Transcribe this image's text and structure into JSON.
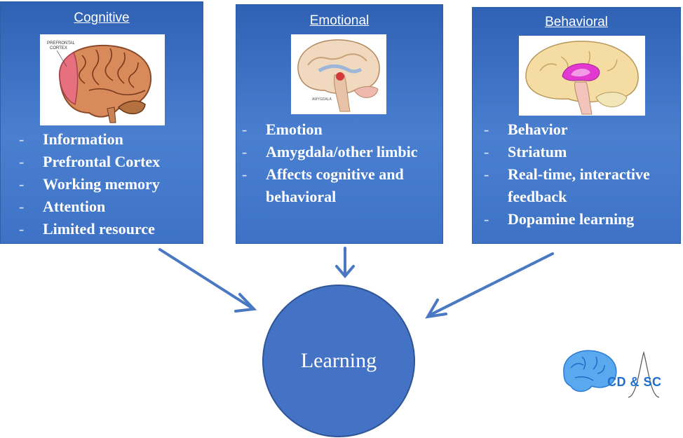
{
  "boxes": {
    "cognitive": {
      "title": "Cognitive",
      "items": [
        "Information",
        "Prefrontal Cortex",
        "Working memory",
        "Attention",
        "Limited resource"
      ]
    },
    "emotional": {
      "title": "Emotional",
      "items": [
        "Emotion",
        "Amygdala/other limbic",
        "Affects cognitive and behavioral"
      ]
    },
    "behavioral": {
      "title": "Behavioral",
      "items": [
        "Behavior",
        "Striatum",
        "Real-time, interactive feedback",
        "Dopamine learning"
      ]
    }
  },
  "bullet": "-",
  "center": {
    "label": "Learning"
  },
  "logo": {
    "text": "CD & SC"
  },
  "colors": {
    "box": "#3d72c6",
    "circle": "#4472c4",
    "arrow": "#4a78c2",
    "logo": "#1f6fd0"
  }
}
